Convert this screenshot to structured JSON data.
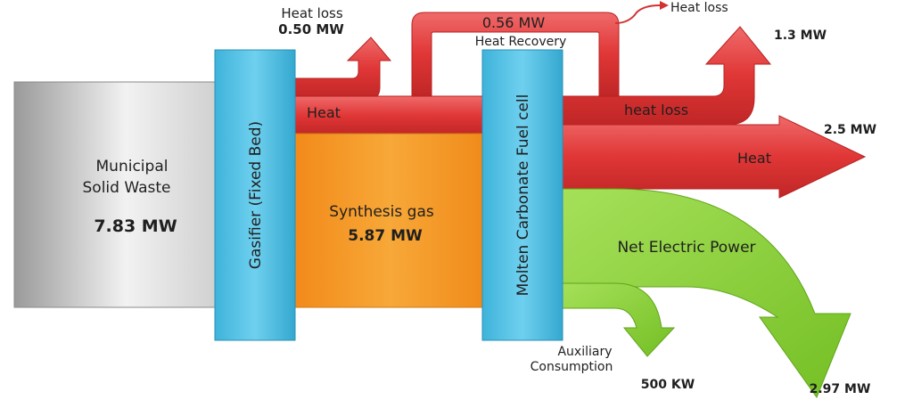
{
  "inputs": {
    "source_label_line1": "Municipal",
    "source_label_line2": "Solid Waste",
    "source_value": "7.83 MW"
  },
  "stages": {
    "gasifier": "Gasifier (Fixed Bed)",
    "fuel_cell": "Molten Carbonate Fuel cell"
  },
  "flows": {
    "synthesis_gas_label": "Synthesis gas",
    "synthesis_gas_value": "5.87 MW",
    "heat_label": "Heat",
    "heat_loss_gasifier_label": "Heat loss",
    "heat_loss_gasifier_value": "0.50 MW",
    "heat_recovery_value": "0.56 MW",
    "heat_recovery_label": "Heat Recovery",
    "heat_loss_top_label": "Heat loss",
    "heat_loss_fc_label": "heat loss",
    "heat_loss_fc_value": "1.3 MW",
    "heat_out_label": "Heat",
    "heat_out_value": "2.5 MW",
    "net_electric_label": "Net Electric Power",
    "net_electric_value": "2.97 MW",
    "auxiliary_line1": "Auxiliary",
    "auxiliary_line2": "Consumption",
    "auxiliary_value": "500 KW"
  },
  "colors": {
    "waste": "#c8c8c8",
    "stage_box": "#4fc3e6",
    "heat": "#e03c3c",
    "syngas": "#f59a2a",
    "electric": "#8ed23c"
  }
}
